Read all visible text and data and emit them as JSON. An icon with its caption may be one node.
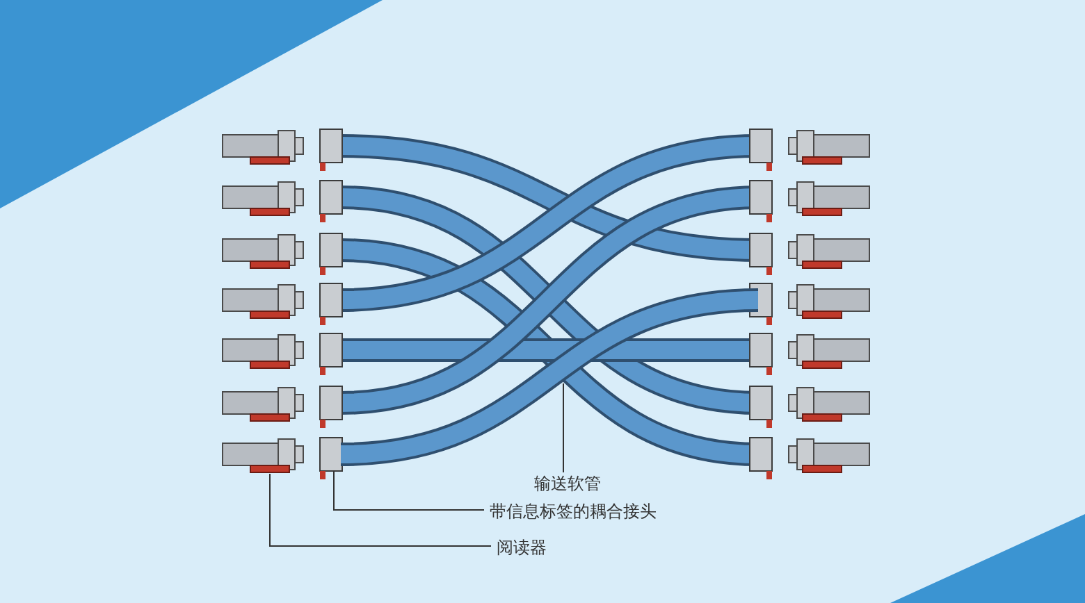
{
  "diagram": {
    "nodes": [
      {
        "text": [
          "输送软管"
        ]
      },
      {
        "text": [
          "带信息标签的耦合接头"
        ]
      },
      {
        "text": [
          "阅读器"
        ]
      },
      {
        "text": [],
        "shape": "picture"
      },
      {
        "text": [],
        "shape": "box"
      },
      {
        "text": [],
        "shape": "picture"
      }
    ],
    "edges": [
      {
        "from": 0,
        "to": 3,
        "arrow": "none"
      },
      {
        "from": 1,
        "to": 4,
        "arrow": "none"
      },
      {
        "from": 2,
        "to": 5,
        "arrow": "none"
      }
    ]
  }
}
